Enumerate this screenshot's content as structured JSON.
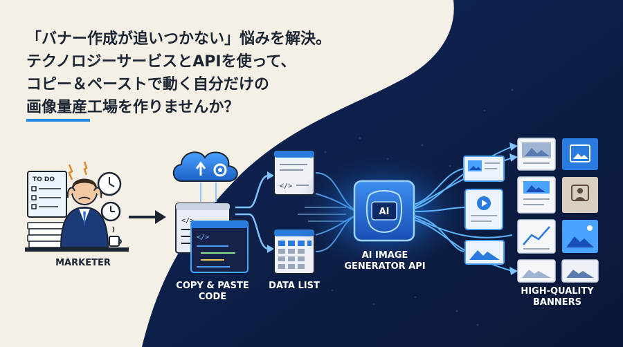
{
  "headline": {
    "line1": "「バナー作成が追いつかない」悩みを解決。",
    "line2": "テクノロジーサービスとAPIを使って、",
    "line3": "コピー＆ペーストで動く自分だけの",
    "line4": "画像量産工場を作りませんか？"
  },
  "steps": {
    "marketer": "MARKETER",
    "todo": "TO DO",
    "copy_paste_line1": "COPY & PASTE",
    "copy_paste_line2": "CODE",
    "data_list": "DATA LIST",
    "ai_line1": "AI IMAGE",
    "ai_line2": "GENERATOR API",
    "ai_chip": "AI",
    "banners_line1": "HIGH-QUALITY",
    "banners_line2": "BANNERS",
    "code_tag": "</>"
  },
  "colors": {
    "cream": "#f5f0e6",
    "navy": "#0e1f45",
    "accent": "#1e88e5",
    "glow": "#3fa9ff"
  },
  "icons": [
    "stressed-person-icon",
    "clock-icon",
    "coffee-cup-icon",
    "cloud-gear-icon",
    "code-window-icon",
    "spreadsheet-icon",
    "ai-brain-chip-icon",
    "image-banner-icon",
    "video-play-icon"
  ]
}
